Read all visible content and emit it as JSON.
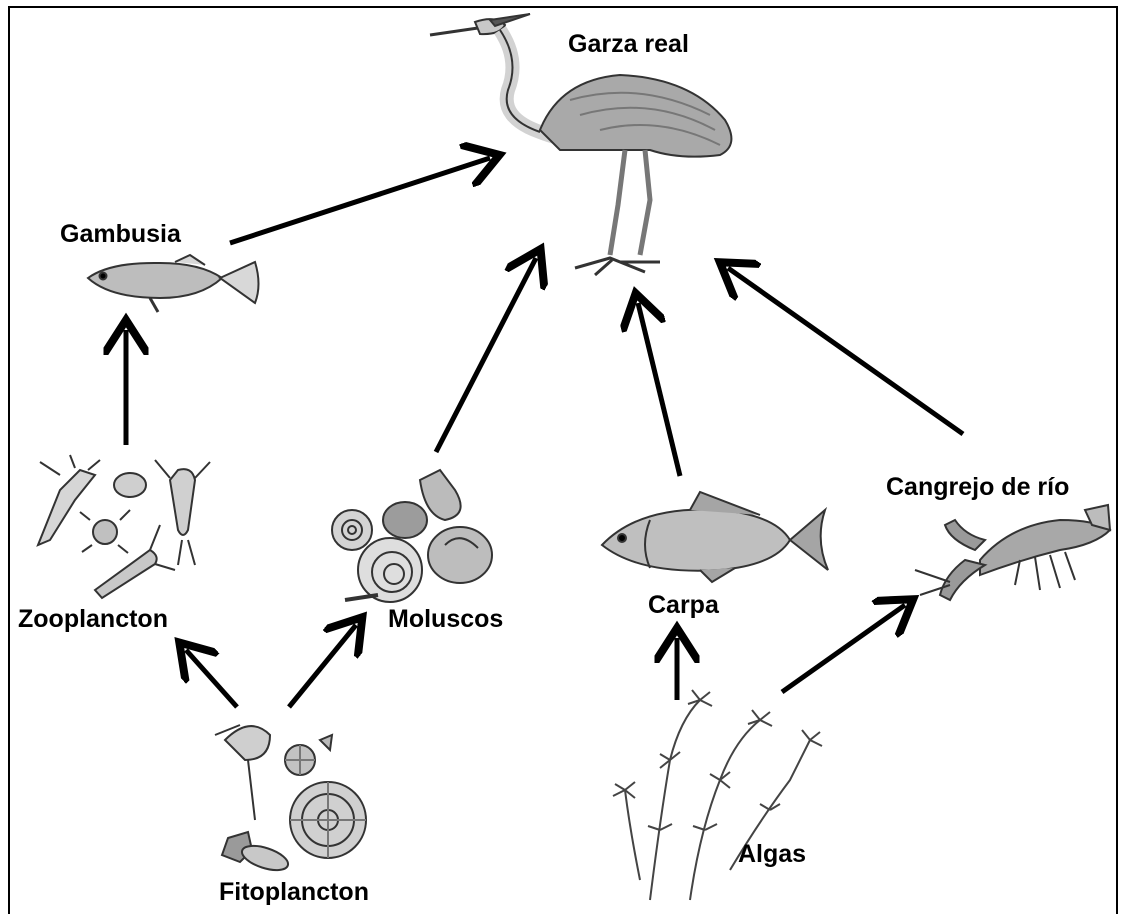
{
  "organisms": {
    "heron": "Garza real",
    "gambusia": "Gambusia",
    "zooplankton": "Zooplancton",
    "mollusks": "Moluscos",
    "carp": "Carpa",
    "crayfish": "Cangrejo de río",
    "phytoplankton": "Fitoplancton",
    "algae": "Algas"
  },
  "arrows": [
    {
      "from": "Gambusia",
      "to": "Garza real"
    },
    {
      "from": "Moluscos",
      "to": "Garza real"
    },
    {
      "from": "Carpa",
      "to": "Garza real"
    },
    {
      "from": "Cangrejo de río",
      "to": "Garza real"
    },
    {
      "from": "Zooplancton",
      "to": "Gambusia"
    },
    {
      "from": "Fitoplancton",
      "to": "Zooplancton"
    },
    {
      "from": "Fitoplancton",
      "to": "Moluscos"
    },
    {
      "from": "Algas",
      "to": "Carpa"
    },
    {
      "from": "Algas",
      "to": "Cangrejo de río"
    }
  ]
}
